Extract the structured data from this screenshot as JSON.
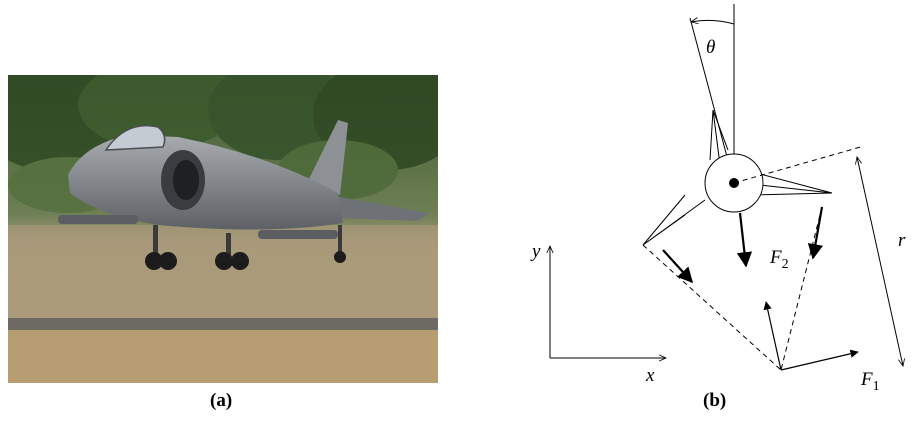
{
  "panels": {
    "a": {
      "caption": "(a)"
    },
    "b": {
      "caption": "(b)",
      "labels": {
        "theta": "θ",
        "x": "x",
        "y": "y",
        "r": "r",
        "f1_main": "F",
        "f1_sub": "1",
        "f2_main": "F",
        "f2_sub": "2"
      }
    }
  },
  "colors": {
    "ink": "#000000",
    "sky_trees": "#4e6b3c",
    "ground": "#b7a07c",
    "runway": "#6d6a63",
    "aircraft": "#7d8186"
  }
}
